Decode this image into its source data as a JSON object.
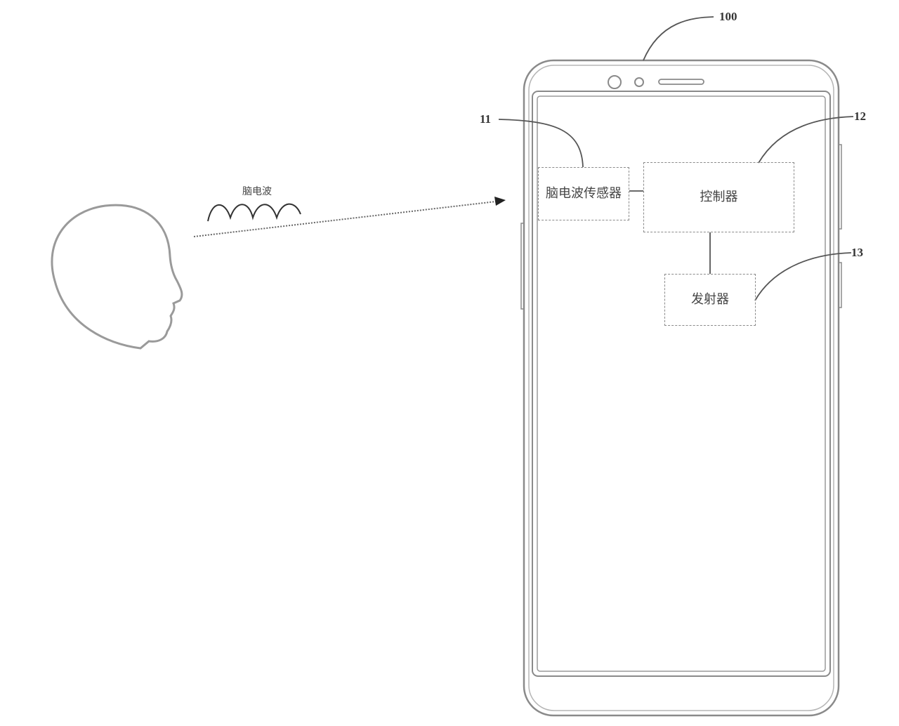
{
  "labels": {
    "device_ref": "100",
    "sensor_ref": "11",
    "controller_ref": "12",
    "transmitter_ref": "13",
    "wave_label": "脑电波",
    "sensor_box": "脑电波传感器",
    "controller_box": "控制器",
    "transmitter_box": "发射器"
  },
  "colors": {
    "line": "#707070",
    "phone_outline": "#8a8a8a",
    "head_outline": "#9a9a9a"
  }
}
